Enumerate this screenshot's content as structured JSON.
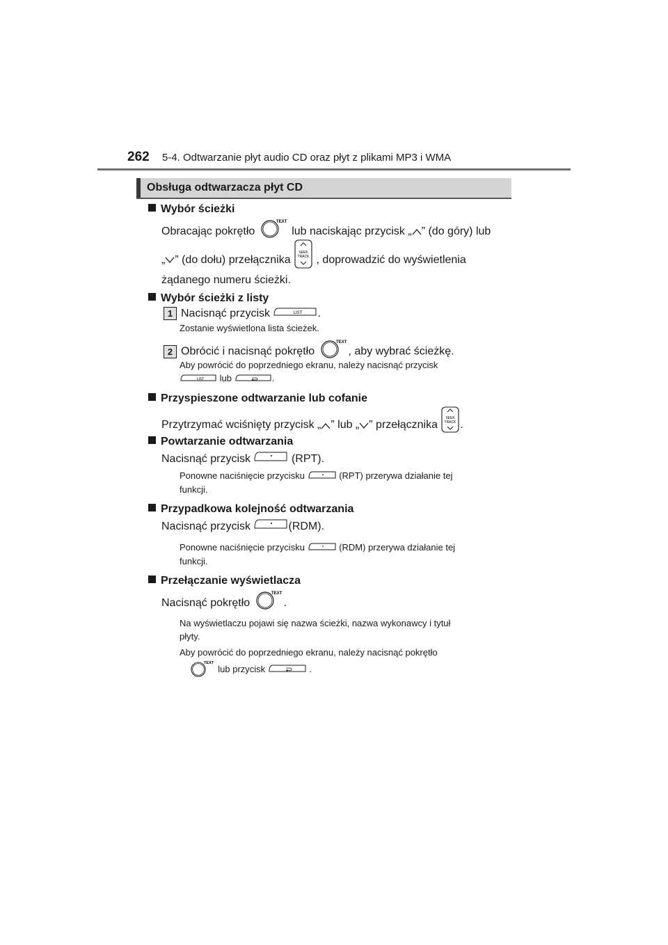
{
  "header": {
    "page_number": "262",
    "chapter": "5-4. Odtwarzanie płyt audio CD oraz płyt z plikami MP3 i WMA"
  },
  "section": {
    "title": "Obsługa odtwarzacza płyt CD"
  },
  "icons": {
    "knob_label": "TEXT",
    "list_label": "LIST",
    "seek_label_1": "SEEK",
    "seek_label_2": "TRACK"
  },
  "track_select": {
    "heading": "Wybór ścieżki",
    "line1_a": "Obracając pokrętło",
    "line1_b": "lub naciskając przycisk „",
    "line1_c": "” (do góry) lub",
    "line2_a": "„",
    "line2_b": "” (do dołu) przełącznika",
    "line2_c": ", doprowadzić do wyświetlenia",
    "line3": "żądanego numeru ścieżki."
  },
  "track_list": {
    "heading": "Wybór ścieżki z listy",
    "step1_num": "1",
    "step1_a": "Nacisnąć przycisk",
    "step1_b": ".",
    "step1_note": "Zostanie wyświetlona lista ścieżek.",
    "step2_num": "2",
    "step2_a": "Obrócić i nacisnąć pokrętło",
    "step2_b": ", aby wybrać ścieżkę.",
    "step2_note_a": "Aby powrócić do poprzedniego ekranu, należy nacisnąć przycisk",
    "step2_note_b": "lub",
    "step2_note_c": "."
  },
  "fast": {
    "heading": "Przyspieszone odtwarzanie lub cofanie",
    "line_a": "Przytrzymać wciśnięty przycisk „",
    "line_b": "” lub „",
    "line_c": "” przełącznika",
    "line_d": "."
  },
  "repeat": {
    "heading": "Powtarzanie odtwarzania",
    "line_a": "Nacisnąć przycisk",
    "line_b": "(RPT).",
    "note_a": "Ponowne naciśnięcie przycisku",
    "note_b": "(RPT) przerywa działanie tej",
    "note_c": "funkcji."
  },
  "random": {
    "heading": "Przypadkowa kolejność odtwarzania",
    "line_a": "Nacisnąć przycisk",
    "line_b": "(RDM).",
    "note_a": "Ponowne naciśnięcie przycisku",
    "note_b": "(RDM) przerywa działanie tej",
    "note_c": "funkcji."
  },
  "display": {
    "heading": "Przełączanie wyświetlacza",
    "line_a": "Nacisnąć pokrętło",
    "line_b": ".",
    "note1_a": "Na wyświetlaczu pojawi się nazwa ścieżki, nazwa wykonawcy i tytuł",
    "note1_b": "płyty.",
    "note2_a": "Aby powrócić do poprzedniego ekranu, należy nacisnąć pokrętło",
    "note2_b": "lub przycisk",
    "note2_c": "."
  }
}
